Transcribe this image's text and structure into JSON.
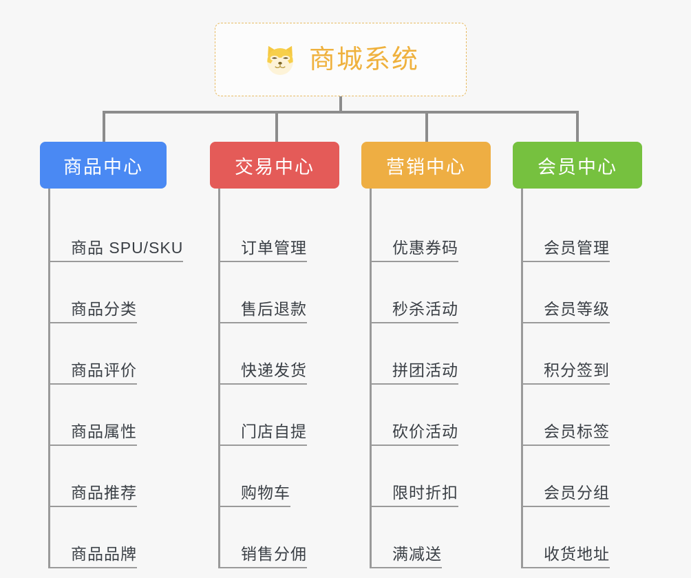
{
  "root": {
    "title": "商城系统",
    "icon": "shiba-dog-face-icon",
    "title_color": "#efb13d",
    "border_color": "#e8bb63"
  },
  "connector_color": "#8c8c8c",
  "columns": [
    {
      "title": "商品中心",
      "color": "#4a89f3",
      "items": [
        "商品 SPU/SKU",
        "商品分类",
        "商品评价",
        "商品属性",
        "商品推荐",
        "商品品牌"
      ]
    },
    {
      "title": "交易中心",
      "color": "#e45b58",
      "items": [
        "订单管理",
        "售后退款",
        "快递发货",
        "门店自提",
        "购物车",
        "销售分佣"
      ]
    },
    {
      "title": "营销中心",
      "color": "#eeae43",
      "items": [
        "优惠券码",
        "秒杀活动",
        "拼团活动",
        "砍价活动",
        "限时折扣",
        "满减送"
      ]
    },
    {
      "title": "会员中心",
      "color": "#76c13f",
      "items": [
        "会员管理",
        "会员等级",
        "积分签到",
        "会员标签",
        "会员分组",
        "收货地址"
      ]
    }
  ]
}
